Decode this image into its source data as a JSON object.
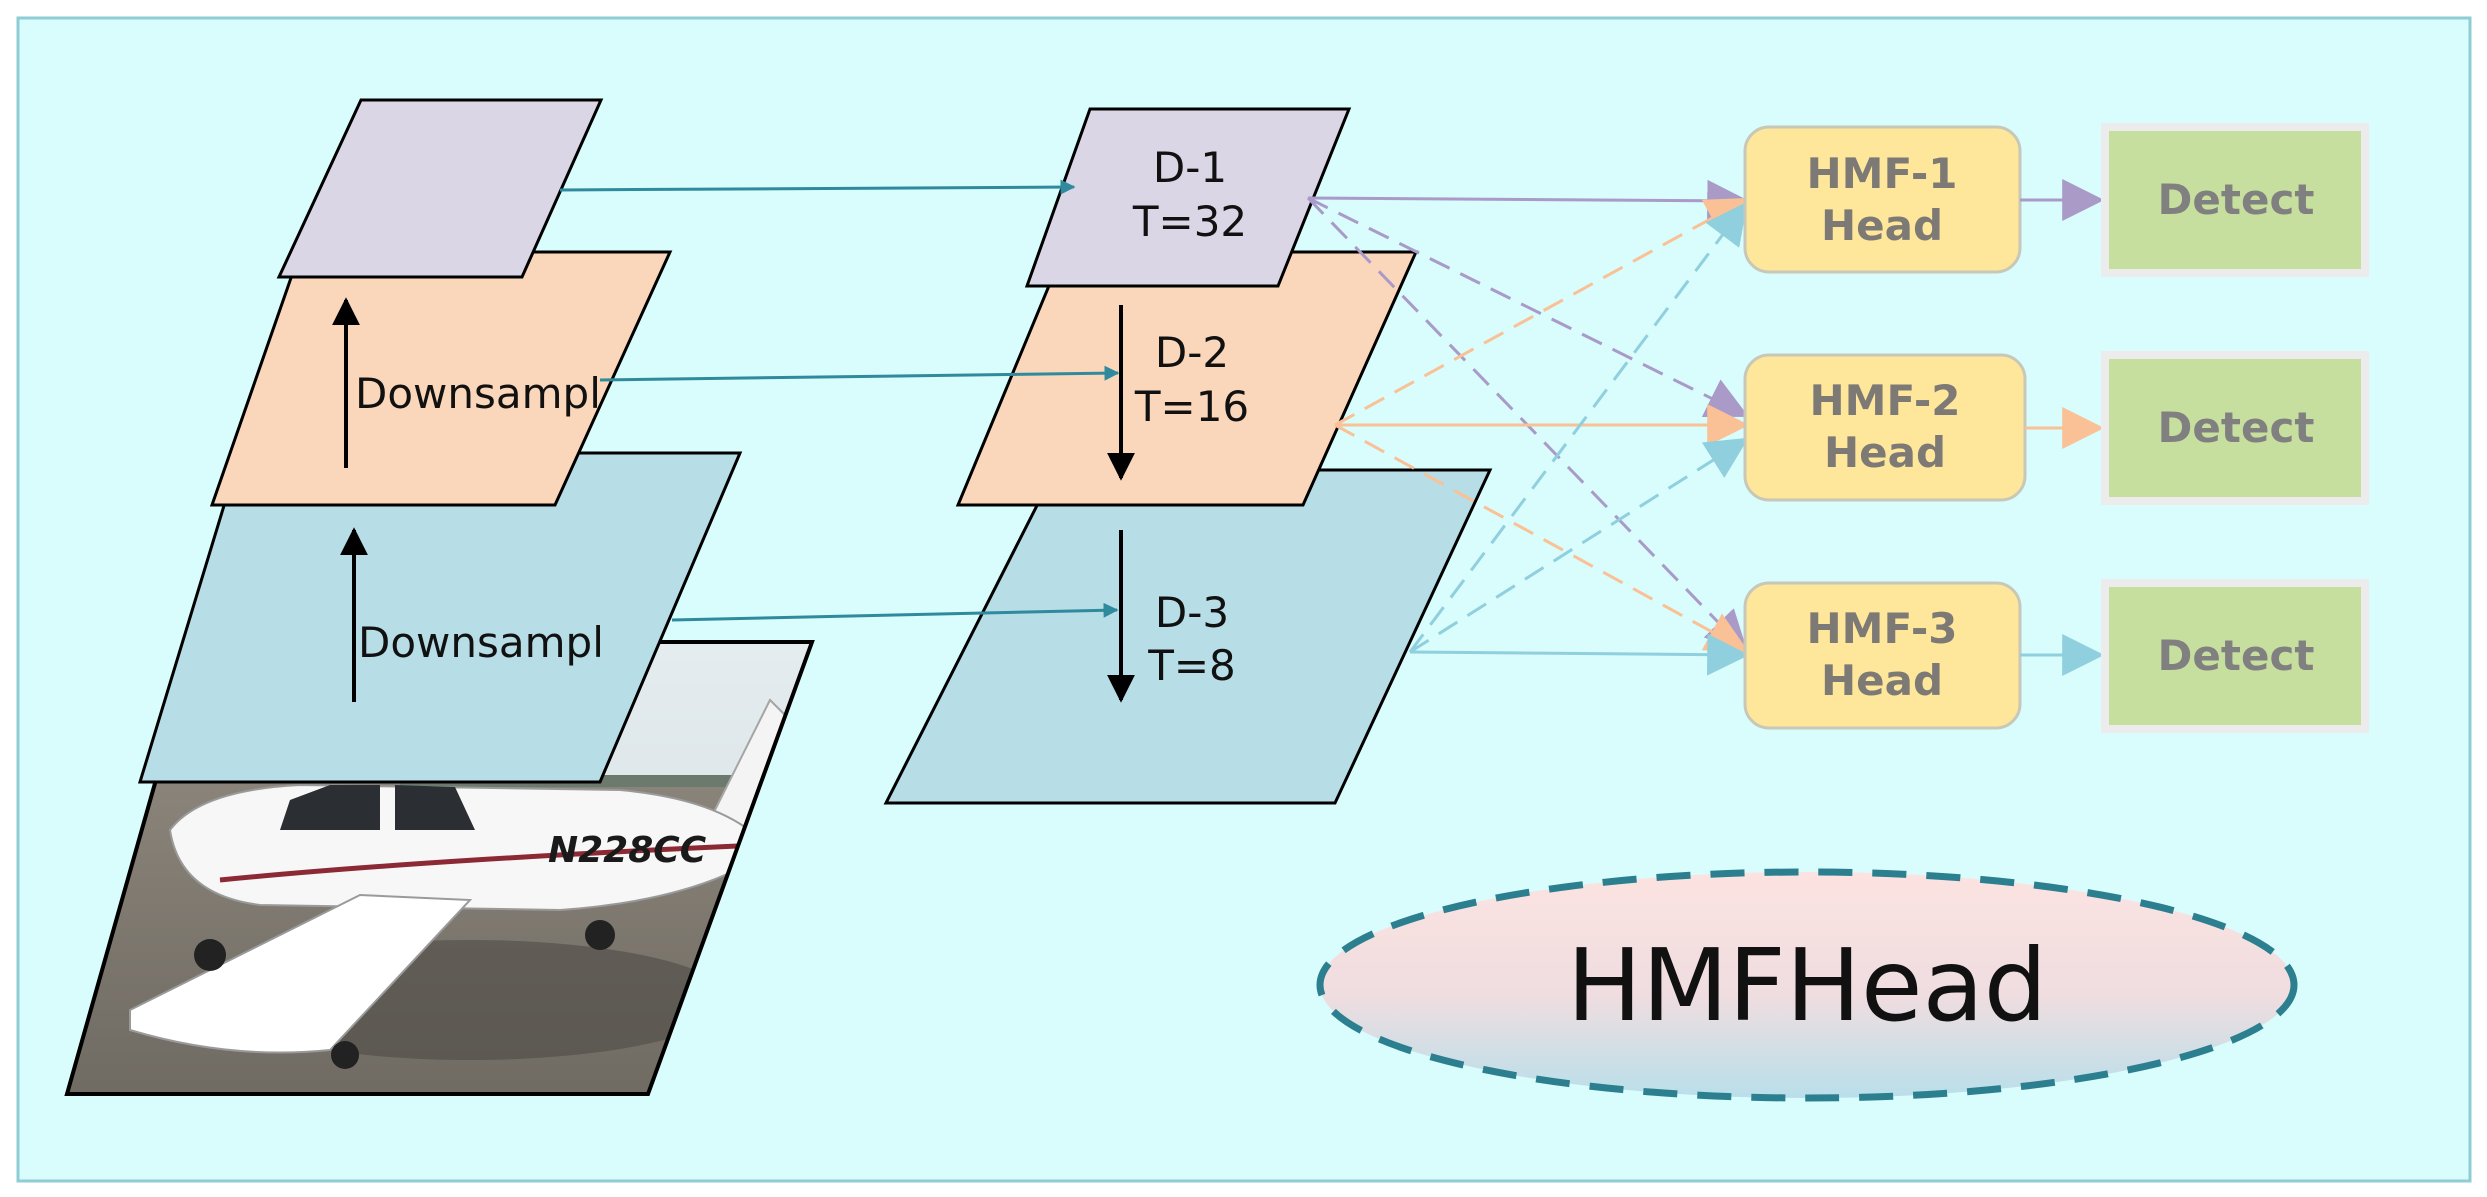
{
  "backbone": {
    "layers": [
      {
        "name": "top",
        "label": ""
      },
      {
        "name": "middle",
        "label": "Downsampl"
      },
      {
        "name": "bottom",
        "label": "Downsampl"
      }
    ]
  },
  "decoupled": {
    "layers": [
      {
        "name": "D-1",
        "line1": "D-1",
        "line2": "T=32"
      },
      {
        "name": "D-2",
        "line1": "D-2",
        "line2": "T=16"
      },
      {
        "name": "D-3",
        "line1": "D-3",
        "line2": "T=8"
      }
    ]
  },
  "heads": [
    {
      "line1": "HMF-1",
      "line2": "Head"
    },
    {
      "line1": "HMF-2",
      "line2": "Head"
    },
    {
      "line1": "HMF-3",
      "line2": "Head"
    }
  ],
  "detect": [
    "Detect",
    "Detect",
    "Detect"
  ],
  "title": "HMFHead",
  "image": {
    "registration": "N228CC"
  },
  "colors": {
    "background": "#d9fcfc",
    "border": "#8fcdd6",
    "purple": "#dad6e6",
    "orange": "#fad6bb",
    "blue": "#b7dde7",
    "head_fill": "#fee69a",
    "detect_fill": "#c7df9e",
    "teal_arrow": "#2e8a9c",
    "purple_line": "#a99ac8",
    "orange_line": "#f9c195",
    "blue_line": "#8fcfde",
    "ellipse_stroke": "#2c7f8f"
  }
}
